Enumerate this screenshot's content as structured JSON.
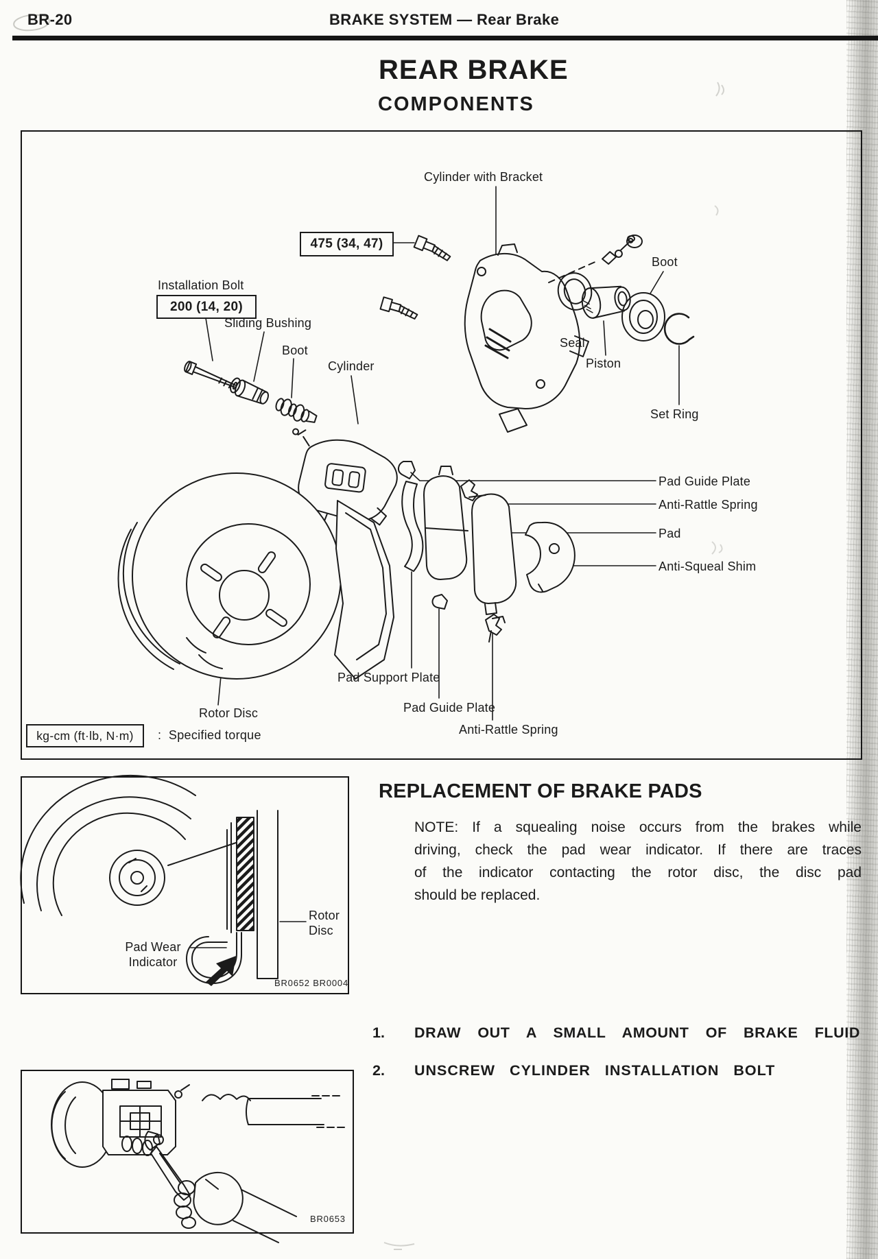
{
  "page": {
    "page_number": "BR-20",
    "section_header": "BRAKE SYSTEM — Rear Brake",
    "title": "REAR BRAKE",
    "subtitle": "COMPONENTS"
  },
  "components_figure": {
    "labels": {
      "cylinder_with_bracket": "Cylinder with Bracket",
      "torque_upper": "475 (34, 47)",
      "installation_bolt": "Installation Bolt",
      "torque_lower": "200 (14, 20)",
      "sliding_bushing": "Sliding Bushing",
      "boot_left": "Boot",
      "cylinder": "Cylinder",
      "boot_right": "Boot",
      "seal": "Seal",
      "piston": "Piston",
      "set_ring": "Set Ring",
      "pad_guide_plate_top": "Pad Guide Plate",
      "anti_rattle_spring_top": "Anti-Rattle Spring",
      "pad": "Pad",
      "anti_squeal_shim": "Anti-Squeal Shim",
      "pad_support_plate": "Pad Support Plate",
      "pad_guide_plate_bottom": "Pad Guide Plate",
      "anti_rattle_spring_bottom": "Anti-Rattle Spring",
      "rotor_disc": "Rotor Disc"
    },
    "torque_legend": {
      "unit_box": "kg-cm (ft·lb, N·m)",
      "description": ":  Specified torque"
    }
  },
  "replacement_section": {
    "heading": "REPLACEMENT OF BRAKE PADS",
    "note_lines": [
      "NOTE:  If  a  squealing  noise  occurs  from  the  brakes  while",
      "driving,  check  the  pad  wear  indicator.  If  there  are  traces",
      "of  the  indicator  contacting  the  rotor  disc,  the  disc  pad",
      "should be replaced."
    ],
    "steps": [
      {
        "number": "1.",
        "text": "DRAW OUT A SMALL AMOUNT OF BRAKE FLUID"
      },
      {
        "number": "2.",
        "text": "UNSCREW CYLINDER INSTALLATION BOLT"
      }
    ]
  },
  "pad_wear_figure": {
    "labels": {
      "pad_wear_indicator_line1": "Pad Wear",
      "pad_wear_indicator_line2": "Indicator",
      "rotor_disc_line1": "Rotor",
      "rotor_disc_line2": "Disc"
    },
    "figure_code": "BR0652 BR0004"
  },
  "removal_figure": {
    "figure_code": "BR0653"
  }
}
